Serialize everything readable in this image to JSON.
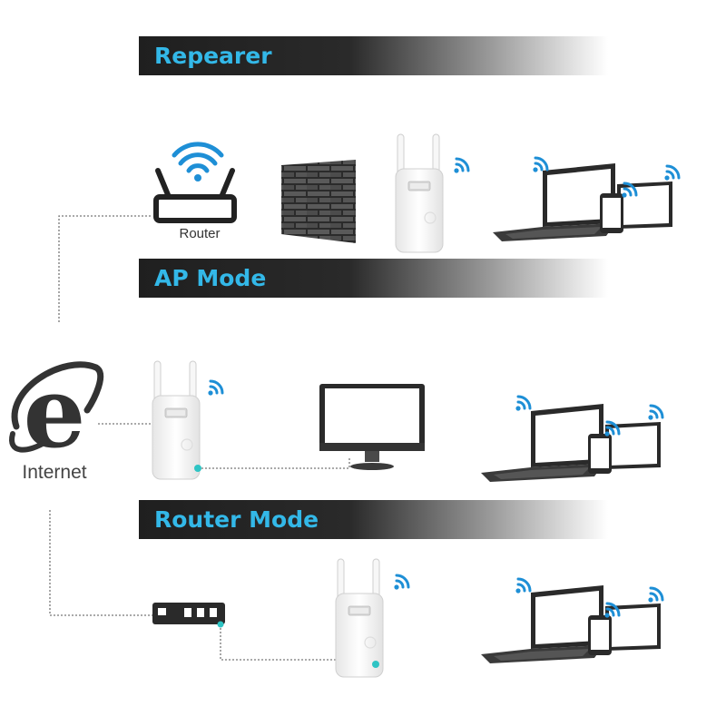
{
  "banners": {
    "repeater": "Repearer",
    "ap_mode": "AP Mode",
    "router_mode": "Router Mode"
  },
  "labels": {
    "router": "Router",
    "internet": "Internet"
  },
  "colors": {
    "banner_text": "#33b8e8",
    "banner_bg": "#222222",
    "wifi": "#1e8fd6",
    "port_led": "#2ec4c4",
    "internet_logo": "#333333",
    "device_body": "#f4f4f4",
    "screen": "#ffffff",
    "bezel": "#2a2a2a"
  },
  "icons": [
    "wifi-icon",
    "internet-explorer-icon",
    "router-icon",
    "brick-wall-icon",
    "wifi-extender-icon",
    "monitor-icon",
    "laptop-icon",
    "smartphone-icon",
    "tablet-icon",
    "network-switch-icon"
  ]
}
